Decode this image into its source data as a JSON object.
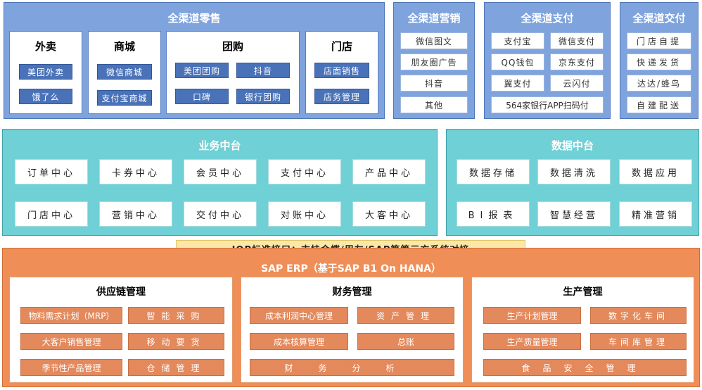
{
  "retail": {
    "title": "全渠道零售",
    "waimai": {
      "title": "外卖",
      "items": [
        "美团外卖",
        "饿了么"
      ]
    },
    "mall": {
      "title": "商城",
      "items": [
        "微信商城",
        "支付宝商城"
      ]
    },
    "group": {
      "title": "团购",
      "items": [
        "美团团购",
        "抖音",
        "口碑",
        "银行团购"
      ]
    },
    "store": {
      "title": "门店",
      "items": [
        "店面销售",
        "店务管理"
      ]
    }
  },
  "marketing": {
    "title": "全渠道营销",
    "items": [
      "微信图文",
      "朋友圈广告",
      "抖音",
      "其他"
    ]
  },
  "payment": {
    "title": "全渠道支付",
    "items": [
      "支付宝",
      "微信支付",
      "QQ钱包",
      "京东支付",
      "翼支付",
      "云闪付",
      "564家银行APP扫码付"
    ]
  },
  "delivery": {
    "title": "全渠道交付",
    "items": [
      "门店自提",
      "快递发货",
      "达达/蜂鸟",
      "自建配送"
    ]
  },
  "business": {
    "title": "业务中台",
    "items": [
      "订单中心",
      "卡券中心",
      "会员中心",
      "支付中心",
      "产品中心",
      "门店中心",
      "营销中心",
      "交付中心",
      "对账中心",
      "大客中心"
    ]
  },
  "data_center": {
    "title": "数据中台",
    "items": [
      "数据存储",
      "数据清洗",
      "数据应用",
      "BI报表",
      "智慧经营",
      "精准营销"
    ]
  },
  "iop": {
    "text": "IOP标准接口：支持金蝶/用友/SAP等第三方系统对接"
  },
  "erp": {
    "title": "SAP ERP（基于SAP B1 On HANA）",
    "supply": {
      "title": "供应链管理",
      "items": [
        "物料需求计划（MRP）",
        "智能采购",
        "大客户销售管理",
        "移动要货",
        "季节性产品管理",
        "仓储管理"
      ]
    },
    "finance": {
      "title": "财务管理",
      "items": [
        "成本利润中心管理",
        "资产管理",
        "成本核算管理",
        "总账",
        "财务分析"
      ]
    },
    "production": {
      "title": "生产管理",
      "items": [
        "生产计划管理",
        "数字化车间",
        "生产质量管理",
        "车间库管理",
        "食品安全管理"
      ]
    }
  }
}
